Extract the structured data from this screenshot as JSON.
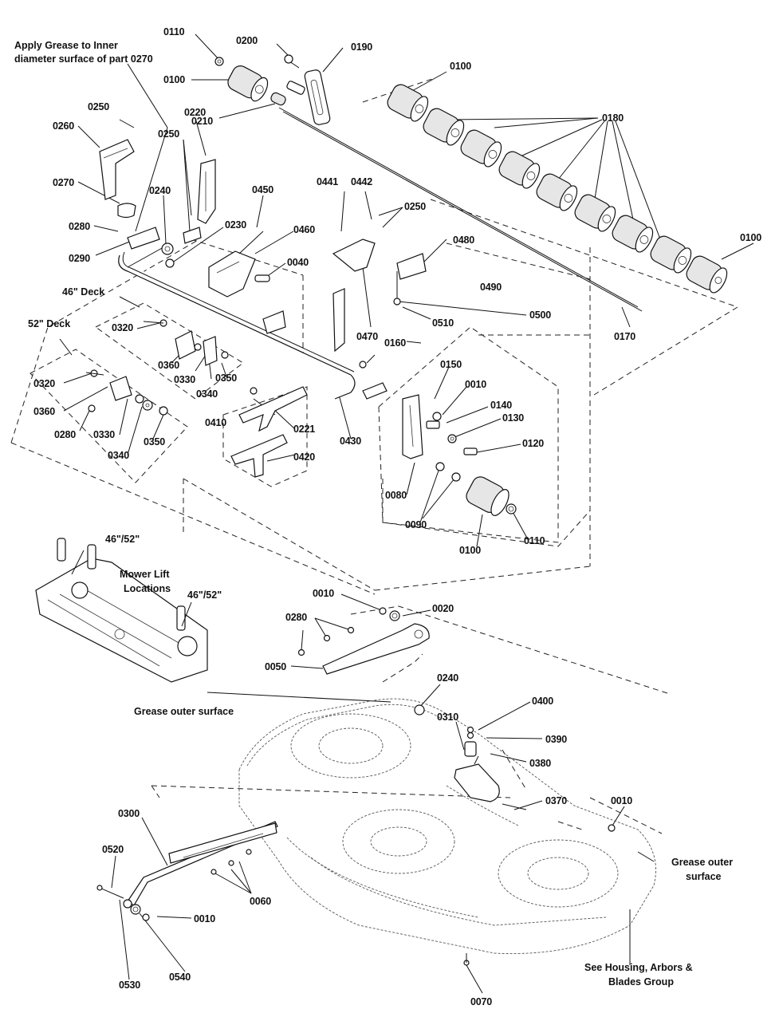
{
  "notes": {
    "grease_inner_1": "Apply Grease to Inner",
    "grease_inner_2": "diameter surface of part 0270",
    "deck_46": "46\" Deck",
    "deck_52": "52\" Deck",
    "lift_size_1": "46\"/52\"",
    "lift_size_2": "46\"/52\"",
    "mower_lift_1": "Mower Lift",
    "mower_lift_2": "Locations",
    "grease_outer_left": "Grease outer surface",
    "grease_outer_right_1": "Grease outer",
    "grease_outer_right_2": "surface",
    "see_group_1": "See Housing, Arbors &",
    "see_group_2": "Blades Group"
  },
  "callouts": {
    "c0110_top": "0110",
    "c0200": "0200",
    "c0190": "0190",
    "c0100_a": "0100",
    "c0210": "0210",
    "c0100_b": "0100",
    "c0180": "0180",
    "c0250_a": "0250",
    "c0260": "0260",
    "c0220": "0220",
    "c0250_b": "0250",
    "c0270": "0270",
    "c0240_a": "0240",
    "c0280_a": "0280",
    "c0290": "0290",
    "c0230": "0230",
    "c0450": "0450",
    "c0441": "0441",
    "c0442": "0442",
    "c0250_c": "0250",
    "c0460": "0460",
    "c0040": "0040",
    "c0480": "0480",
    "c0490": "0490",
    "c0100_c": "0100",
    "c0500": "0500",
    "c0510": "0510",
    "c0470": "0470",
    "c0170": "0170",
    "c0320_a": "0320",
    "c0360_a": "0360",
    "c0330_a": "0330",
    "c0350_a": "0350",
    "c0340_a": "0340",
    "c0160": "0160",
    "c0150": "0150",
    "c0010_a": "0010",
    "c0140": "0140",
    "c0130": "0130",
    "c0120": "0120",
    "c0320_b": "0320",
    "c0360_b": "0360",
    "c0280_b": "0280",
    "c0330_b": "0330",
    "c0340_b": "0340",
    "c0350_b": "0350",
    "c0410": "0410",
    "c0221": "0221",
    "c0420": "0420",
    "c0430": "0430",
    "c0080": "0080",
    "c0090": "0090",
    "c0100_d": "0100",
    "c0110_b": "0110",
    "c0010_b": "0010",
    "c0020": "0020",
    "c0280_c": "0280",
    "c0050": "0050",
    "c0240_b": "0240",
    "c0400": "0400",
    "c0310": "0310",
    "c0390": "0390",
    "c0380": "0380",
    "c0370": "0370",
    "c0300": "0300",
    "c0010_c": "0010",
    "c0520": "0520",
    "c0060": "0060",
    "c0010_d": "0010",
    "c0530": "0530",
    "c0540": "0540",
    "c0070": "0070"
  }
}
